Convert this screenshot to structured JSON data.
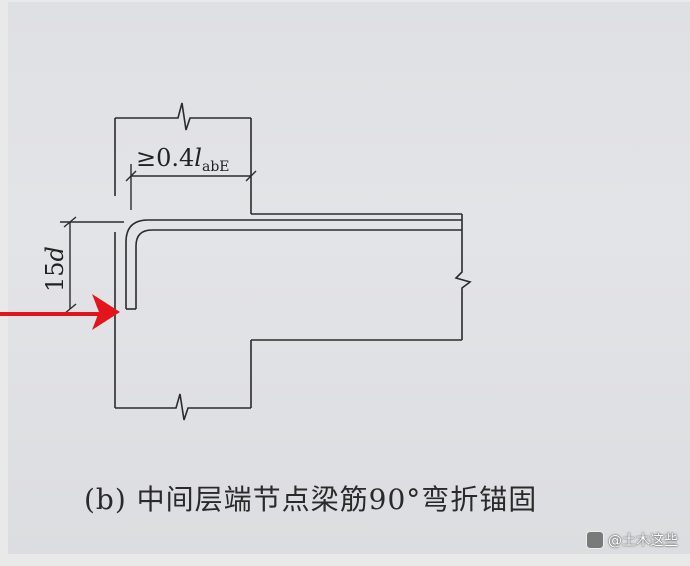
{
  "diagram": {
    "dimension_top": {
      "prefix": "≥0.4",
      "symbol": "l",
      "subscript": "abE"
    },
    "dimension_left": {
      "value": "15",
      "symbol": "d"
    },
    "caption": "(b) 中间层端节点梁筋90°弯折锚固"
  },
  "watermark": {
    "text": "@土木这些"
  },
  "colors": {
    "line": "#2b2b2b",
    "arrow": "#e3141b",
    "paper": "#e0e1e4"
  }
}
